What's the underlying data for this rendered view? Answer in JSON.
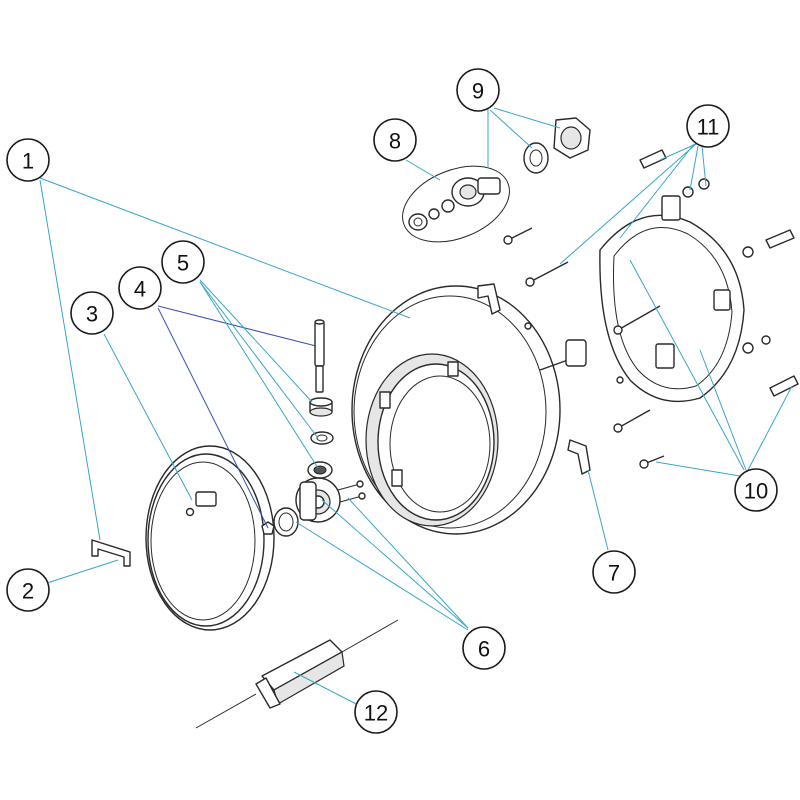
{
  "diagram": {
    "leader_color": "#3aa6c8",
    "leader_color_alt": "#3a4fb8",
    "callouts": [
      {
        "id": "c1",
        "label": "1"
      },
      {
        "id": "c2",
        "label": "2"
      },
      {
        "id": "c3",
        "label": "3"
      },
      {
        "id": "c4",
        "label": "4"
      },
      {
        "id": "c5",
        "label": "5"
      },
      {
        "id": "c6",
        "label": "6"
      },
      {
        "id": "c7",
        "label": "7"
      },
      {
        "id": "c8",
        "label": "8"
      },
      {
        "id": "c9",
        "label": "9"
      },
      {
        "id": "c10",
        "label": "10"
      },
      {
        "id": "c11",
        "label": "11"
      },
      {
        "id": "c12",
        "label": "12"
      }
    ]
  }
}
